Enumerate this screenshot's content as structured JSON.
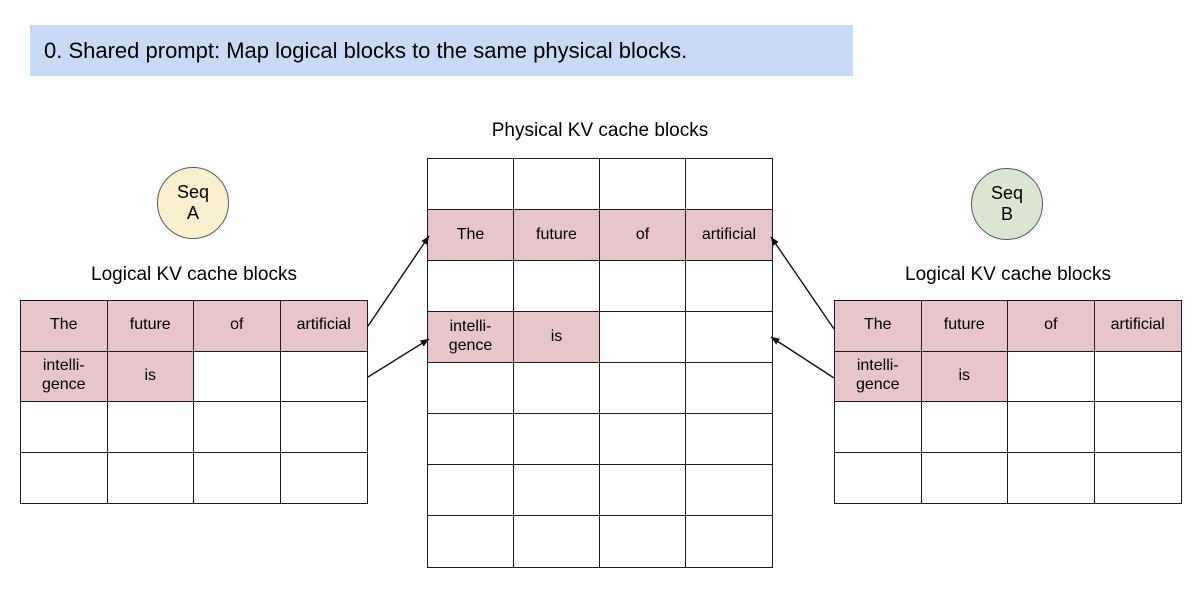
{
  "banner": {
    "text": "0. Shared prompt: Map logical blocks to the same physical blocks."
  },
  "colors": {
    "banner_bg": "#c9daf8",
    "highlight_cell": "#e7c5c8",
    "seq_a_bg": "#fbf0cd",
    "seq_b_bg": "#d9e7d2",
    "table_border": "#1c1c1c",
    "circle_border": "#595959"
  },
  "seq_a": {
    "label": "Seq",
    "sublabel": "A"
  },
  "seq_b": {
    "label": "Seq",
    "sublabel": "B"
  },
  "physical_table": {
    "title": "Physical KV cache blocks",
    "rows": 8,
    "cols": 4,
    "filled": [
      {
        "row": 1,
        "col": 0,
        "text": "The"
      },
      {
        "row": 1,
        "col": 1,
        "text": "future"
      },
      {
        "row": 1,
        "col": 2,
        "text": "of"
      },
      {
        "row": 1,
        "col": 3,
        "text": "artificial"
      },
      {
        "row": 3,
        "col": 0,
        "text": "intelli-\ngence"
      },
      {
        "row": 3,
        "col": 1,
        "text": "is"
      }
    ]
  },
  "seq_a_table": {
    "title": "Logical KV cache blocks",
    "rows": 4,
    "cols": 4,
    "filled": [
      {
        "row": 0,
        "col": 0,
        "text": "The"
      },
      {
        "row": 0,
        "col": 1,
        "text": "future"
      },
      {
        "row": 0,
        "col": 2,
        "text": "of"
      },
      {
        "row": 0,
        "col": 3,
        "text": "artificial"
      },
      {
        "row": 1,
        "col": 0,
        "text": "intelli-\ngence"
      },
      {
        "row": 1,
        "col": 1,
        "text": "is"
      }
    ]
  },
  "seq_b_table": {
    "title": "Logical KV cache blocks",
    "rows": 4,
    "cols": 4,
    "filled": [
      {
        "row": 0,
        "col": 0,
        "text": "The"
      },
      {
        "row": 0,
        "col": 1,
        "text": "future"
      },
      {
        "row": 0,
        "col": 2,
        "text": "of"
      },
      {
        "row": 0,
        "col": 3,
        "text": "artificial"
      },
      {
        "row": 1,
        "col": 0,
        "text": "intelli-\ngence"
      },
      {
        "row": 1,
        "col": 1,
        "text": "is"
      }
    ]
  },
  "mappings": [
    {
      "from": "seq-a-logical-row-0",
      "to": "physical-row-1"
    },
    {
      "from": "seq-a-logical-row-1",
      "to": "physical-row-3"
    },
    {
      "from": "seq-b-logical-row-0",
      "to": "physical-row-1"
    },
    {
      "from": "seq-b-logical-row-1",
      "to": "physical-row-3"
    }
  ]
}
